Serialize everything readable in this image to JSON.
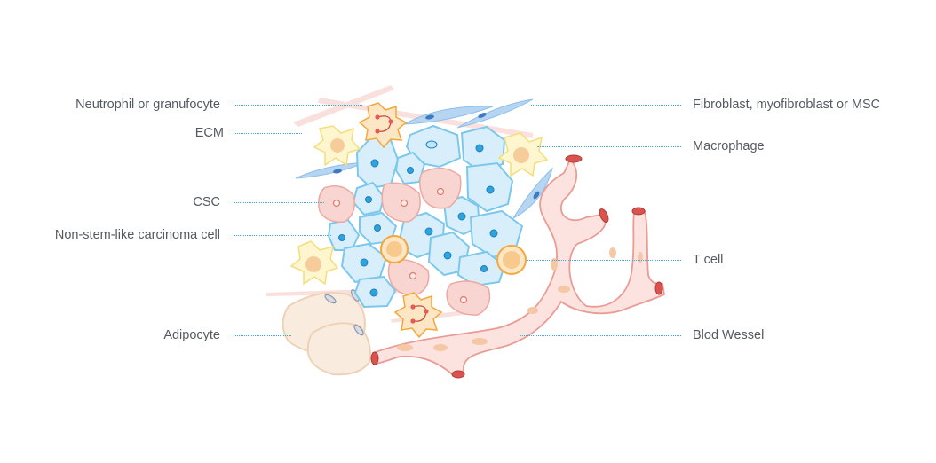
{
  "labels": {
    "neutrophil": "Neutrophil or granufocyte",
    "ecm": "ECM",
    "csc": "CSC",
    "non_stem": "Non-stem-like carcinoma cell",
    "adipocyte": "Adipocyte",
    "fibroblast": "Fibroblast, myofibroblast or MSC",
    "macrophage": "Macrophage",
    "t_cell": "T cell",
    "blood_vessel": "Blod Wessel"
  },
  "colors": {
    "leader_line": "#3fa9dc",
    "label_text": "#555a60",
    "carcinoma_fill": "#d8effb",
    "carcinoma_stroke": "#7cc8ec",
    "csc_fill": "#f9d5d1",
    "csc_stroke": "#eaa9a2",
    "vessel_fill": "#fce3df",
    "vessel_stroke": "#e99c94",
    "macrophage_fill": "#fdf6cf",
    "macrophage_stroke": "#f4de7b",
    "neutrophil_fill": "#fde6c4",
    "neutrophil_stroke": "#f3a73c",
    "adipocyte_fill": "#f9ecdf",
    "adipocyte_stroke": "#eed2b6",
    "fibroblast_fill": "#b5d5f2"
  }
}
